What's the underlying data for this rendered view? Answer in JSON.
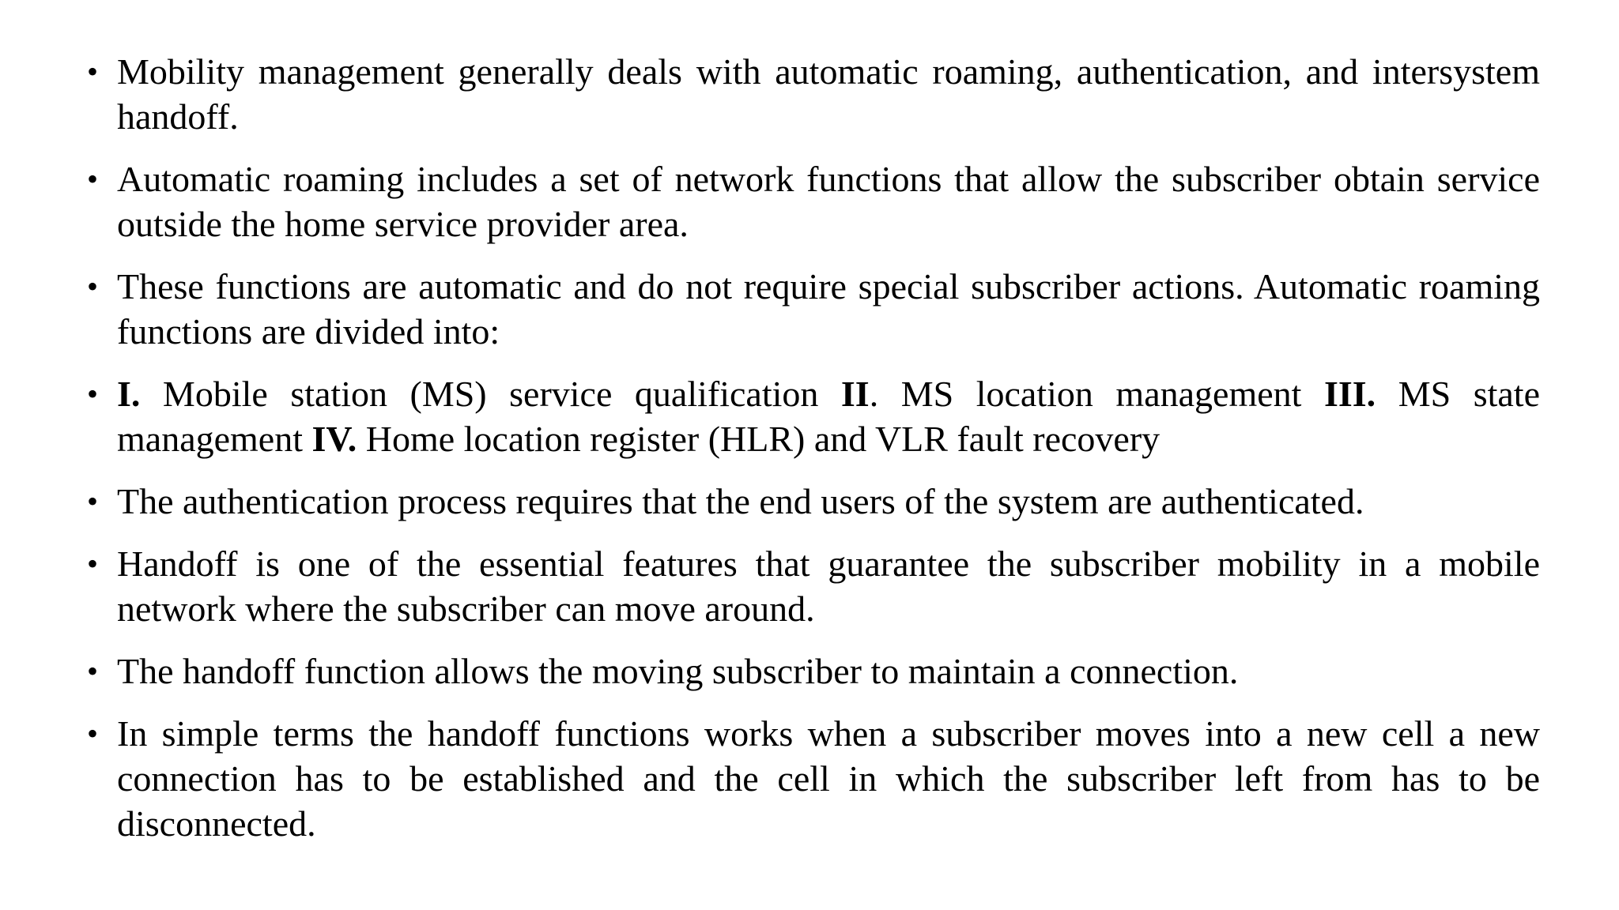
{
  "doc": {
    "background_color": "#ffffff",
    "text_color": "#000000",
    "bullet_char": "•"
  },
  "bullets": [
    {
      "segments": [
        {
          "text": "Mobility management generally deals with automatic roaming, authentication, and intersystem handoff.",
          "bold": false
        }
      ]
    },
    {
      "segments": [
        {
          "text": "Automatic roaming includes a set of network functions that allow the subscriber obtain service outside the home service provider area.",
          "bold": false
        }
      ]
    },
    {
      "segments": [
        {
          "text": "These functions are automatic and do not require special subscriber actions. Automatic roaming functions are divided into:",
          "bold": false
        }
      ]
    },
    {
      "segments": [
        {
          "text": "I.",
          "bold": true
        },
        {
          "text": " Mobile station (MS) service qualification ",
          "bold": false
        },
        {
          "text": "II",
          "bold": true
        },
        {
          "text": ". MS location management ",
          "bold": false
        },
        {
          "text": "III.",
          "bold": true
        },
        {
          "text": " MS state management ",
          "bold": false
        },
        {
          "text": "IV.",
          "bold": true
        },
        {
          "text": " Home location register (HLR) and VLR fault recovery",
          "bold": false
        }
      ]
    },
    {
      "segments": [
        {
          "text": "The authentication process requires that the end users of the system are authenticated.",
          "bold": false
        }
      ]
    },
    {
      "segments": [
        {
          "text": "Handoff is one of the essential features that guarantee the subscriber mobility in a mobile network where the subscriber can move around.",
          "bold": false
        }
      ]
    },
    {
      "segments": [
        {
          "text": "The handoff function allows the moving subscriber to maintain a connection.",
          "bold": false
        }
      ]
    },
    {
      "segments": [
        {
          "text": "In simple terms the handoff functions works when a subscriber moves into a new cell a new connection has to be established and the cell in which the subscriber left from has to be disconnected.",
          "bold": false
        }
      ]
    }
  ]
}
